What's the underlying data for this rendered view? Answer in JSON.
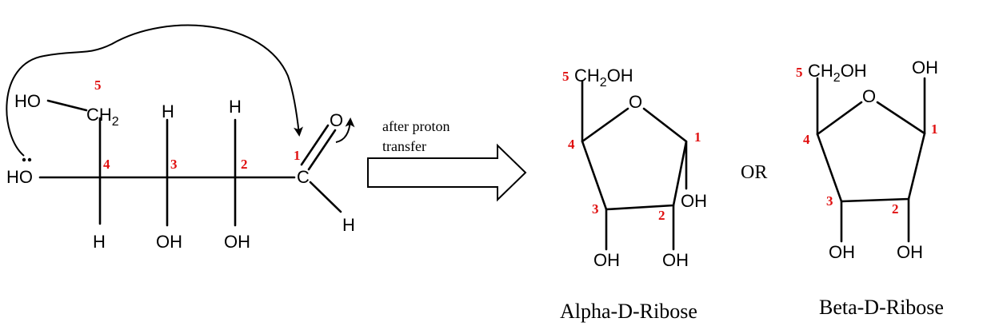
{
  "open_chain": {
    "groups": {
      "ho_top": "HO",
      "ch": "CH",
      "ch_sub": "2",
      "ho_left": "HO",
      "h_c3": "H",
      "h_c2": "H",
      "h_c4_bottom": "H",
      "oh_c3": "OH",
      "oh_c2": "OH",
      "o_carbonyl": "O",
      "c_carbonyl": "C",
      "h_aldehyde": "H"
    },
    "numbers": {
      "n5": "5",
      "n4": "4",
      "n3": "3",
      "n2": "2",
      "n1": "1"
    }
  },
  "arrow_label": {
    "line1": "after proton",
    "line2": "transfer"
  },
  "alpha": {
    "name": "Alpha-D-Ribose",
    "ch": "CH",
    "ch_sub": "2",
    "oh_top": "OH",
    "ring_o": "O",
    "oh_c1": "OH",
    "oh_c3": "OH",
    "oh_c2": "OH",
    "numbers": {
      "n5": "5",
      "n4": "4",
      "n3": "3",
      "n2": "2",
      "n1": "1"
    }
  },
  "or_label": "OR",
  "beta": {
    "name": "Beta-D-Ribose",
    "ch": "CH",
    "ch_sub": "2",
    "oh_top": "OH",
    "ring_o": "O",
    "oh_c1": "OH",
    "oh_c3": "OH",
    "oh_c2": "OH",
    "numbers": {
      "n5": "5",
      "n4": "4",
      "n3": "3",
      "n2": "2",
      "n1": "1"
    }
  }
}
